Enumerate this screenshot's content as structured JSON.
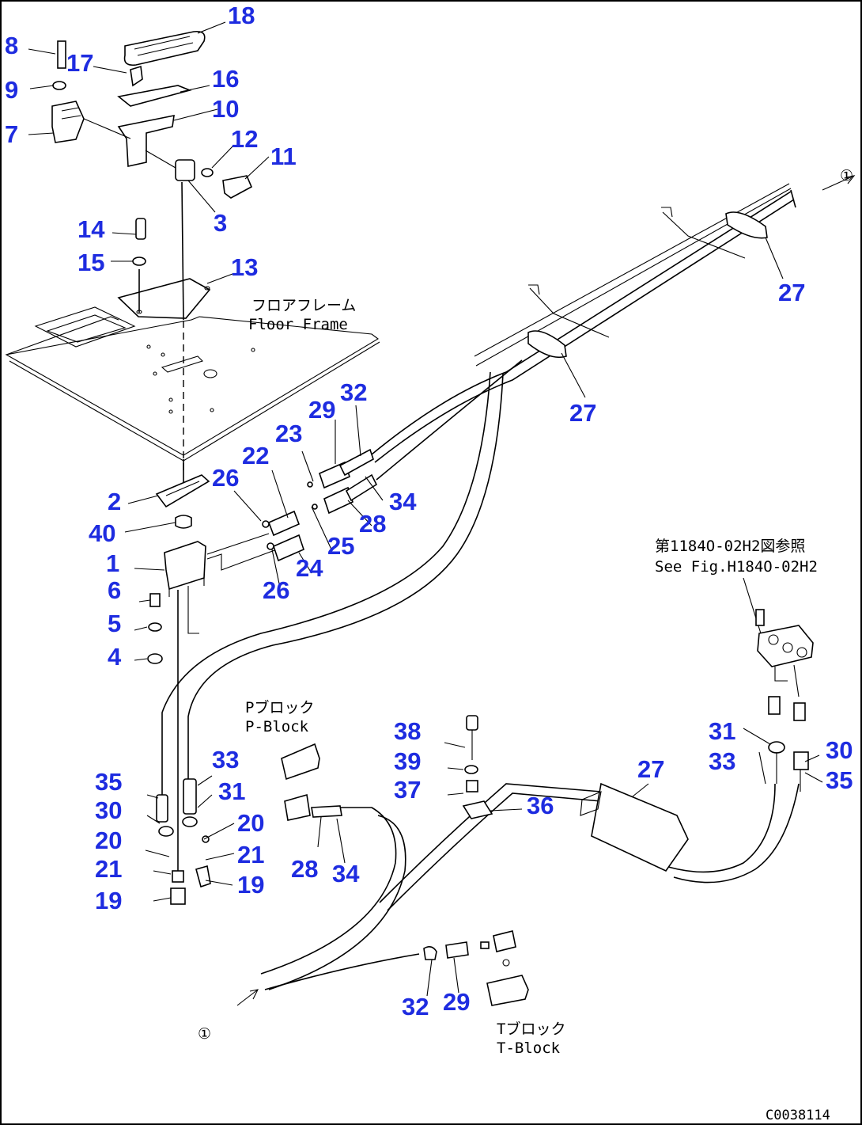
{
  "callouts": [
    {
      "id": "c-18",
      "label": "18"
    },
    {
      "id": "c-8",
      "label": "8"
    },
    {
      "id": "c-17",
      "label": "17"
    },
    {
      "id": "c-9",
      "label": "9"
    },
    {
      "id": "c-16",
      "label": "16"
    },
    {
      "id": "c-10",
      "label": "10"
    },
    {
      "id": "c-7",
      "label": "7"
    },
    {
      "id": "c-12",
      "label": "12"
    },
    {
      "id": "c-11",
      "label": "11"
    },
    {
      "id": "c-3",
      "label": "3"
    },
    {
      "id": "c-14",
      "label": "14"
    },
    {
      "id": "c-15",
      "label": "15"
    },
    {
      "id": "c-13",
      "label": "13"
    },
    {
      "id": "c-27a",
      "label": "27"
    },
    {
      "id": "c-27b",
      "label": "27"
    },
    {
      "id": "c-32a",
      "label": "32"
    },
    {
      "id": "c-29a",
      "label": "29"
    },
    {
      "id": "c-23",
      "label": "23"
    },
    {
      "id": "c-22",
      "label": "22"
    },
    {
      "id": "c-26a",
      "label": "26"
    },
    {
      "id": "c-2",
      "label": "2"
    },
    {
      "id": "c-34a",
      "label": "34"
    },
    {
      "id": "c-28a",
      "label": "28"
    },
    {
      "id": "c-40",
      "label": "40"
    },
    {
      "id": "c-25",
      "label": "25"
    },
    {
      "id": "c-1",
      "label": "1"
    },
    {
      "id": "c-24",
      "label": "24"
    },
    {
      "id": "c-26b",
      "label": "26"
    },
    {
      "id": "c-6",
      "label": "6"
    },
    {
      "id": "c-5",
      "label": "5"
    },
    {
      "id": "c-4",
      "label": "4"
    },
    {
      "id": "c-38",
      "label": "38"
    },
    {
      "id": "c-31a",
      "label": "31"
    },
    {
      "id": "c-30a",
      "label": "30"
    },
    {
      "id": "c-39",
      "label": "39"
    },
    {
      "id": "c-33a",
      "label": "33"
    },
    {
      "id": "c-27c",
      "label": "27"
    },
    {
      "id": "c-35a",
      "label": "35"
    },
    {
      "id": "c-37",
      "label": "37"
    },
    {
      "id": "c-33b",
      "label": "33"
    },
    {
      "id": "c-35b",
      "label": "35"
    },
    {
      "id": "c-31b",
      "label": "31"
    },
    {
      "id": "c-36",
      "label": "36"
    },
    {
      "id": "c-30b",
      "label": "30"
    },
    {
      "id": "c-20a",
      "label": "20"
    },
    {
      "id": "c-20b",
      "label": "20"
    },
    {
      "id": "c-21a",
      "label": "21"
    },
    {
      "id": "c-28b",
      "label": "28"
    },
    {
      "id": "c-34b",
      "label": "34"
    },
    {
      "id": "c-21b",
      "label": "21"
    },
    {
      "id": "c-19a",
      "label": "19"
    },
    {
      "id": "c-19b",
      "label": "19"
    },
    {
      "id": "c-32b",
      "label": "32"
    },
    {
      "id": "c-29b",
      "label": "29"
    }
  ],
  "notes": {
    "floor_frame_jp": "フロアフレーム",
    "floor_frame_en": "Floor Frame",
    "p_block_jp": "Pブロック",
    "p_block_en": "P-Block",
    "t_block_jp": "Tブロック",
    "t_block_en": "T-Block",
    "see_fig_jp": "第1184O-02H2図参照",
    "see_fig_en": "See Fig.H184O-02H2",
    "arrow_top": "①",
    "arrow_bottom": "①",
    "drawing_code": "C0038114"
  }
}
